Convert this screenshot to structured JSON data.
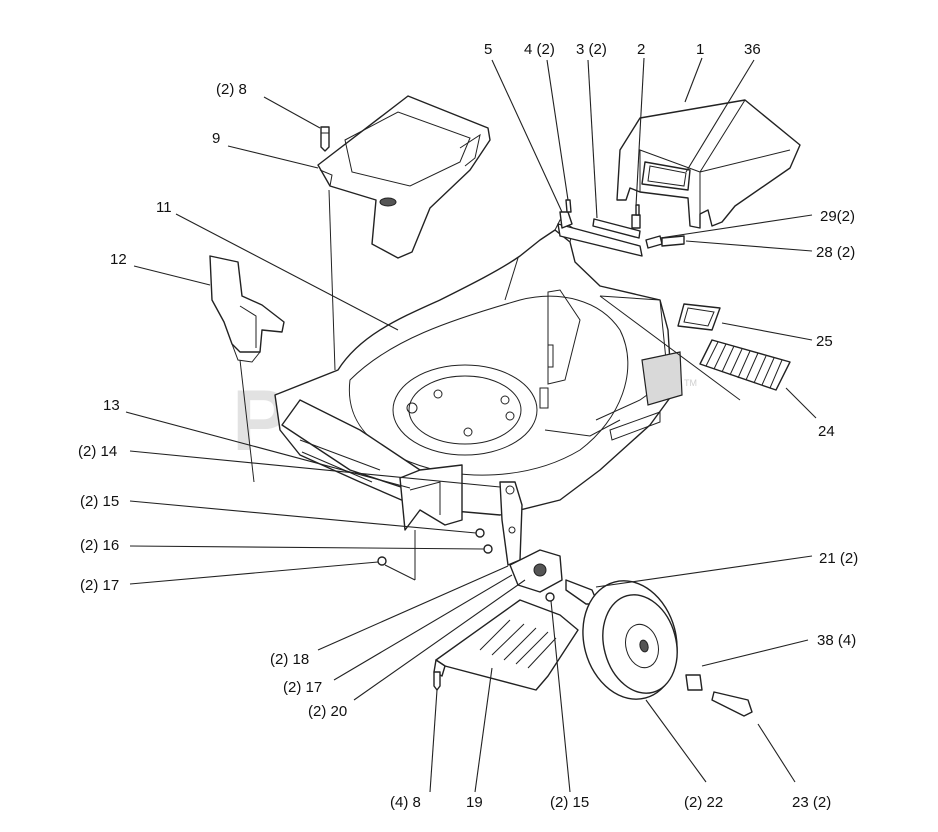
{
  "watermark": "PartsTree",
  "watermark_tm": "TM",
  "callouts": [
    {
      "id": "c1",
      "text": "1"
    },
    {
      "id": "c2",
      "text": "2"
    },
    {
      "id": "c3",
      "text": "3 (2)"
    },
    {
      "id": "c4",
      "text": "4 (2)"
    },
    {
      "id": "c5",
      "text": "5"
    },
    {
      "id": "c8a",
      "text": "(2)  8"
    },
    {
      "id": "c8b",
      "text": "(4)  8"
    },
    {
      "id": "c9",
      "text": "9"
    },
    {
      "id": "c11",
      "text": "11"
    },
    {
      "id": "c12",
      "text": "12"
    },
    {
      "id": "c13",
      "text": "13"
    },
    {
      "id": "c14",
      "text": "(2) 14"
    },
    {
      "id": "c15a",
      "text": "(2) 15"
    },
    {
      "id": "c15b",
      "text": "(2) 15"
    },
    {
      "id": "c16",
      "text": "(2) 16"
    },
    {
      "id": "c17a",
      "text": "(2) 17"
    },
    {
      "id": "c17b",
      "text": "(2)  17"
    },
    {
      "id": "c18",
      "text": "(2) 18"
    },
    {
      "id": "c19",
      "text": "19"
    },
    {
      "id": "c20",
      "text": "(2)  20"
    },
    {
      "id": "c21",
      "text": "21 (2)"
    },
    {
      "id": "c22",
      "text": "(2)  22"
    },
    {
      "id": "c23",
      "text": "23  (2)"
    },
    {
      "id": "c24",
      "text": "24"
    },
    {
      "id": "c25",
      "text": "25"
    },
    {
      "id": "c28",
      "text": "28 (2)"
    },
    {
      "id": "c29",
      "text": "29(2)"
    },
    {
      "id": "c36",
      "text": "36"
    },
    {
      "id": "c38",
      "text": "38 (4)"
    }
  ]
}
